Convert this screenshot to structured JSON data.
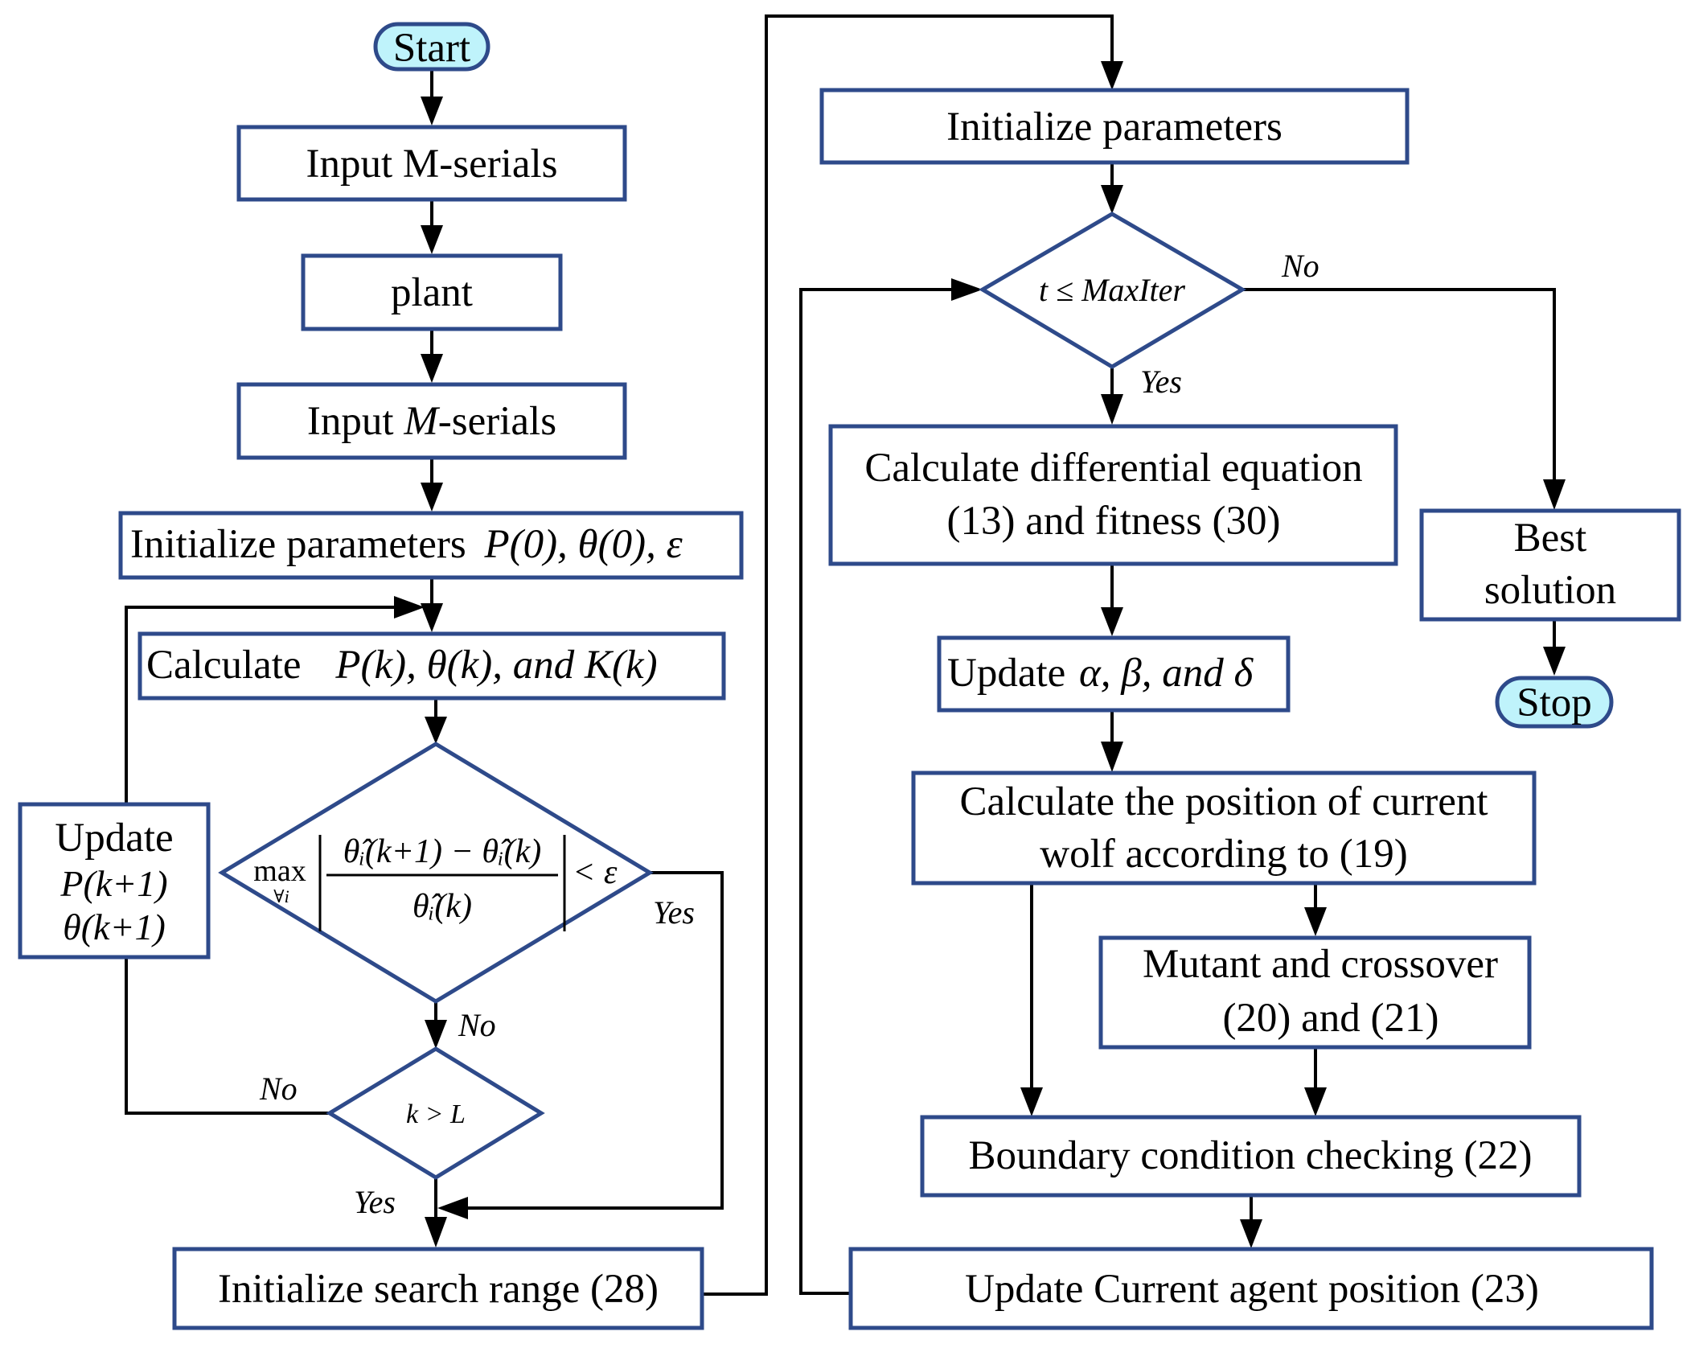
{
  "nodes": {
    "start": "Start",
    "input_m_serials": "Input M-serials",
    "plant": "plant",
    "input_m_serials_2": {
      "pre": "Input ",
      "italic": "M",
      "post": "-serials"
    },
    "init_params_left": {
      "text": "Initialize  parameters ",
      "math": "P(0), θ(0), ε"
    },
    "calculate": {
      "text": "Calculate ",
      "math": "P(k),  θ(k),  and  K(k)"
    },
    "convergence_check": {
      "max": "max",
      "sub": "∀i",
      "numerator": "θ̂ᵢ(k+1) − θ̂ᵢ(k)",
      "denominator": "θ̂ᵢ(k)",
      "rhs": "< ε"
    },
    "k_check": "k > L",
    "update_left": {
      "line1": "Update",
      "line2": "P(k+1)",
      "line3": "θ(k+1)"
    },
    "init_search_range": "Initialize search range (28)",
    "init_params_right": "Initialize parameters",
    "iter_check": "t ≤ MaxIter",
    "calc_diff_eq": {
      "line1": "Calculate differential equation",
      "line2": "(13) and fitness (30)"
    },
    "update_abd": {
      "text": "Update ",
      "math": "α,  β,  and  δ"
    },
    "calc_position": {
      "line1": "Calculate the position of current",
      "line2": "wolf according to (19)"
    },
    "mutant_crossover": {
      "line1": "Mutant and crossover",
      "line2": "(20) and (21)"
    },
    "boundary_check": "Boundary condition checking (22)",
    "update_agent": "Update Current agent  position (23)",
    "best_solution": {
      "line1": "Best",
      "line2": "solution"
    },
    "stop": "Stop"
  },
  "edge_labels": {
    "conv_yes": "Yes",
    "conv_no": "No",
    "k_no": "No",
    "k_yes": "Yes",
    "iter_no": "No",
    "iter_yes": "Yes"
  }
}
